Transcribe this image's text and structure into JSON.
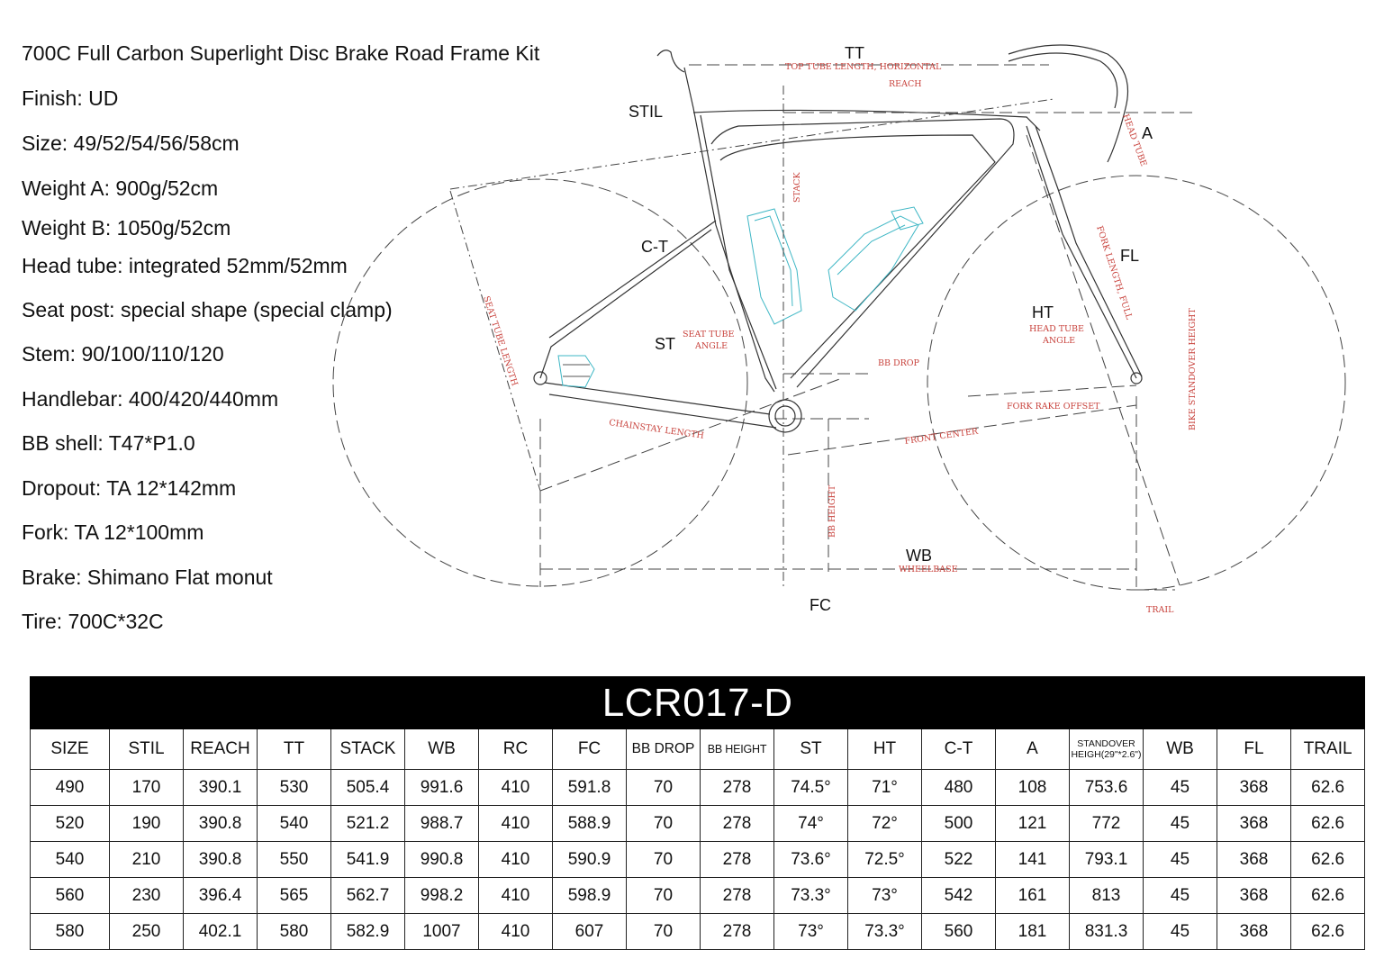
{
  "specs": [
    "700C Full Carbon Superlight Disc Brake Road Frame Kit",
    "Finish: UD",
    "Size: 49/52/54/56/58cm",
    "Weight A: 900g/52cm",
    "Weight B: 1050g/52cm",
    "Head tube: integrated 52mm/52mm",
    "Seat post: special shape (special clamp)",
    "Stem: 90/100/110/120",
    "Handlebar: 400/420/440mm",
    "BB shell: T47*P1.0",
    "Dropout: TA 12*142mm",
    "Fork: TA 12*100mm",
    "Brake: Shimano Flat monut",
    "Tire: 700C*32C"
  ],
  "diagram": {
    "labels": {
      "tt": "TT",
      "stil": "STIL",
      "ct": "C-T",
      "st": "ST",
      "a": "A",
      "fl": "FL",
      "ht": "HT",
      "wb": "WB",
      "fc": "FC"
    },
    "notes": {
      "top_tube_length": "TOP TUBE LENGTH, HORIZONTAL",
      "reach": "REACH",
      "stack": "STACK",
      "head_tube": "HEAD TUBE",
      "seat_tube_length": "SEAT TUBE LENGTH",
      "seat_tube_angle_1": "SEAT TUBE",
      "seat_tube_angle_2": "ANGLE",
      "bb_drop": "BB DROP",
      "chainstay_length": "CHAINSTAY LENGTH",
      "front_center": "FRONT CENTER",
      "fork_length": "FORK LENGTH, FULL",
      "head_tube_angle_1": "HEAD TUBE",
      "head_tube_angle_2": "ANGLE",
      "fork_rake_offset": "FORK RAKE OFFSET",
      "bike_standover_height": "BIKE STANDOVER HEIGHT",
      "bb_height": "BB HEIGHT",
      "wheelbase": "WHEELBASE",
      "trail": "TRAIL"
    }
  },
  "table": {
    "title": "LCR017-D",
    "headers": [
      "SIZE",
      "STIL",
      "REACH",
      "TT",
      "STACK",
      "WB",
      "RC",
      "FC",
      "BB DROP",
      "BB HEIGHT",
      "ST",
      "HT",
      "C-T",
      "A",
      "STANDOVER HEIGH(29\"*2.6\")",
      "WB",
      "FL",
      "TRAIL"
    ],
    "rows": [
      [
        "490",
        "170",
        "390.1",
        "530",
        "505.4",
        "991.6",
        "410",
        "591.8",
        "70",
        "278",
        "74.5°",
        "71°",
        "480",
        "108",
        "753.6",
        "45",
        "368",
        "62.6"
      ],
      [
        "520",
        "190",
        "390.8",
        "540",
        "521.2",
        "988.7",
        "410",
        "588.9",
        "70",
        "278",
        "74°",
        "72°",
        "500",
        "121",
        "772",
        "45",
        "368",
        "62.6"
      ],
      [
        "540",
        "210",
        "390.8",
        "550",
        "541.9",
        "990.8",
        "410",
        "590.9",
        "70",
        "278",
        "73.6°",
        "72.5°",
        "522",
        "141",
        "793.1",
        "45",
        "368",
        "62.6"
      ],
      [
        "560",
        "230",
        "396.4",
        "565",
        "562.7",
        "998.2",
        "410",
        "598.9",
        "70",
        "278",
        "73.3°",
        "73°",
        "542",
        "161",
        "813",
        "45",
        "368",
        "62.6"
      ],
      [
        "580",
        "250",
        "402.1",
        "580",
        "582.9",
        "1007",
        "410",
        "607",
        "70",
        "278",
        "73°",
        "73.3°",
        "560",
        "181",
        "831.3",
        "45",
        "368",
        "62.6"
      ]
    ]
  }
}
